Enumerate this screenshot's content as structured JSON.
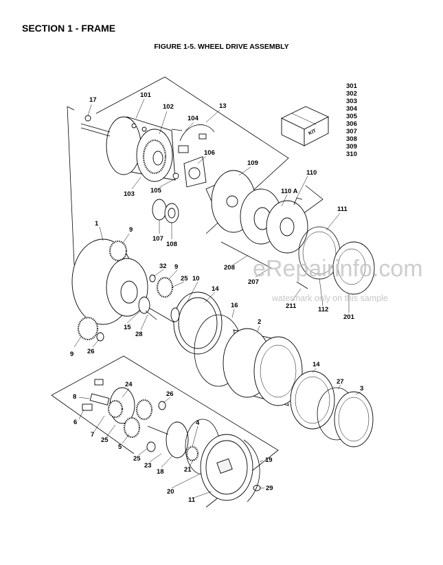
{
  "section_title": "SECTION 1 - FRAME",
  "figure_title": "FIGURE 1-5. WHEEL DRIVE ASSEMBLY",
  "kit_numbers": [
    "301",
    "302",
    "303",
    "304",
    "305",
    "306",
    "307",
    "308",
    "309",
    "310"
  ],
  "kit_box_label": "KIT",
  "watermark": {
    "brand": "eRepairinfo.com",
    "note": "watermark only on this sample"
  },
  "callouts": {
    "c17": "17",
    "c101": "101",
    "c102": "102",
    "c13": "13",
    "c104": "104",
    "c106": "106",
    "c109": "109",
    "c110": "110",
    "c110a": "110 A",
    "c103": "103",
    "c105": "105",
    "c107": "107",
    "c108": "108",
    "c111": "111",
    "c1": "1",
    "c9a": "9",
    "c32": "32",
    "c9b": "9",
    "c25a": "25",
    "c10": "10",
    "c14a": "14",
    "c208": "208",
    "c207": "207",
    "c211": "211",
    "c112": "112",
    "c201": "201",
    "c16": "16",
    "c2": "2",
    "c15": "15",
    "c28": "28",
    "c9c": "9",
    "c26a": "26",
    "c14b": "14",
    "c27": "27",
    "c3": "3",
    "c24": "24",
    "c8": "8",
    "c26b": "26",
    "c6": "6",
    "c7": "7",
    "c25b": "25",
    "c4": "4",
    "c5": "5",
    "c25c": "25",
    "c23": "23",
    "c18": "18",
    "c19": "19",
    "c21": "21",
    "c29": "29",
    "c20": "20",
    "c11": "11"
  }
}
